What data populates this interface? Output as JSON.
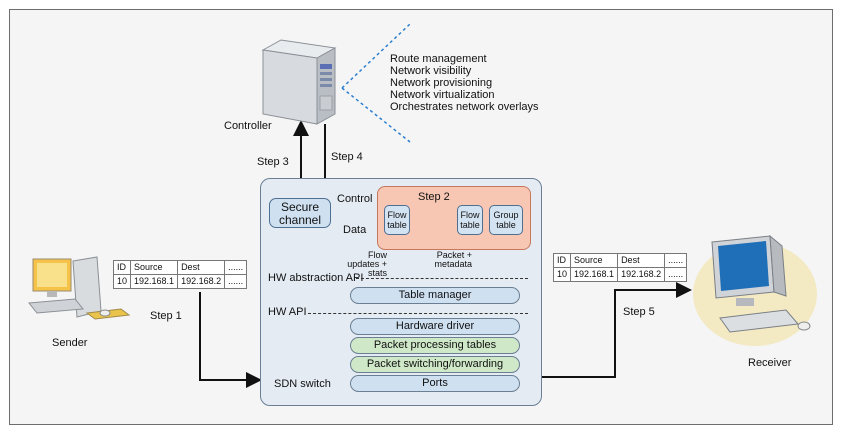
{
  "controller": {
    "label": "Controller",
    "functions": [
      "Route management",
      "Network visibility",
      "Network provisioning",
      "Network virtualization",
      "Orchestrates network overlays"
    ]
  },
  "steps": {
    "step1": "Step 1",
    "step2": "Step 2",
    "step3": "Step 3",
    "step4": "Step 4",
    "step5": "Step 5"
  },
  "switch": {
    "label": "SDN switch",
    "secure_channel": "Secure channel",
    "control_label": "Control",
    "data_label": "Data",
    "flow_table": "Flow table",
    "group_table": "Group table",
    "flow_updates": "Flow updates + stats",
    "packet_metadata": "Packet + metadata",
    "hw_abstraction_api": "HW abstraction API",
    "hw_api": "HW API",
    "table_manager": "Table manager",
    "hardware_driver": "Hardware driver",
    "packet_processing_tables": "Packet processing tables",
    "packet_switching": "Packet switching/forwarding",
    "ports": "Ports"
  },
  "packet_table": {
    "headers": [
      "ID",
      "Source",
      "Dest",
      "......"
    ],
    "row": [
      "10",
      "192.168.1",
      "192.168.2",
      "......"
    ]
  },
  "sender": {
    "label": "Sender"
  },
  "receiver": {
    "label": "Receiver"
  },
  "colors": {
    "control_arrow": "#1b9bd1",
    "data_arrow": "#d81b74",
    "step2_fill": "#f8c7b4",
    "green_bar": "#cfe8c8",
    "blue_bar": "#cfe0f1"
  }
}
